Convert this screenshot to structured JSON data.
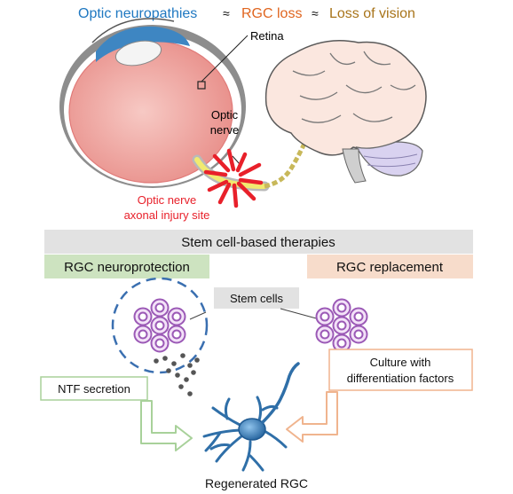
{
  "header": {
    "optic_neuropathies": "Optic neuropathies",
    "approx_symbol_1": "≈",
    "rgc_loss": "RGC loss",
    "approx_symbol_2": "≈",
    "loss_of_vision": "Loss of vision"
  },
  "labels": {
    "retina": "Retina",
    "optic_nerve_line1": "Optic",
    "optic_nerve_line2": "nerve",
    "injury_line1": "Optic nerve",
    "injury_line2": "axonal injury site"
  },
  "therapies": {
    "title": "Stem cell-based therapies",
    "neuroprotection": "RGC neuroprotection",
    "replacement": "RGC replacement",
    "stem_cells": "Stem cells",
    "ntf_secretion": "NTF secretion",
    "culture_line1": "Culture with",
    "culture_line2": "differentiation factors",
    "regenerated": "Regenerated RGC"
  },
  "colors": {
    "blue_text": "#1f78c1",
    "orange_text": "#e0651f",
    "olive_text": "#a8741a",
    "injury_red": "#e8202a",
    "green_box": "#cde3c0",
    "peach_box": "#f7dccb",
    "gray_box": "#e2e2e2",
    "stem_cell_purple": "#9b59b6",
    "neuron_blue": "#2f6fa8"
  }
}
